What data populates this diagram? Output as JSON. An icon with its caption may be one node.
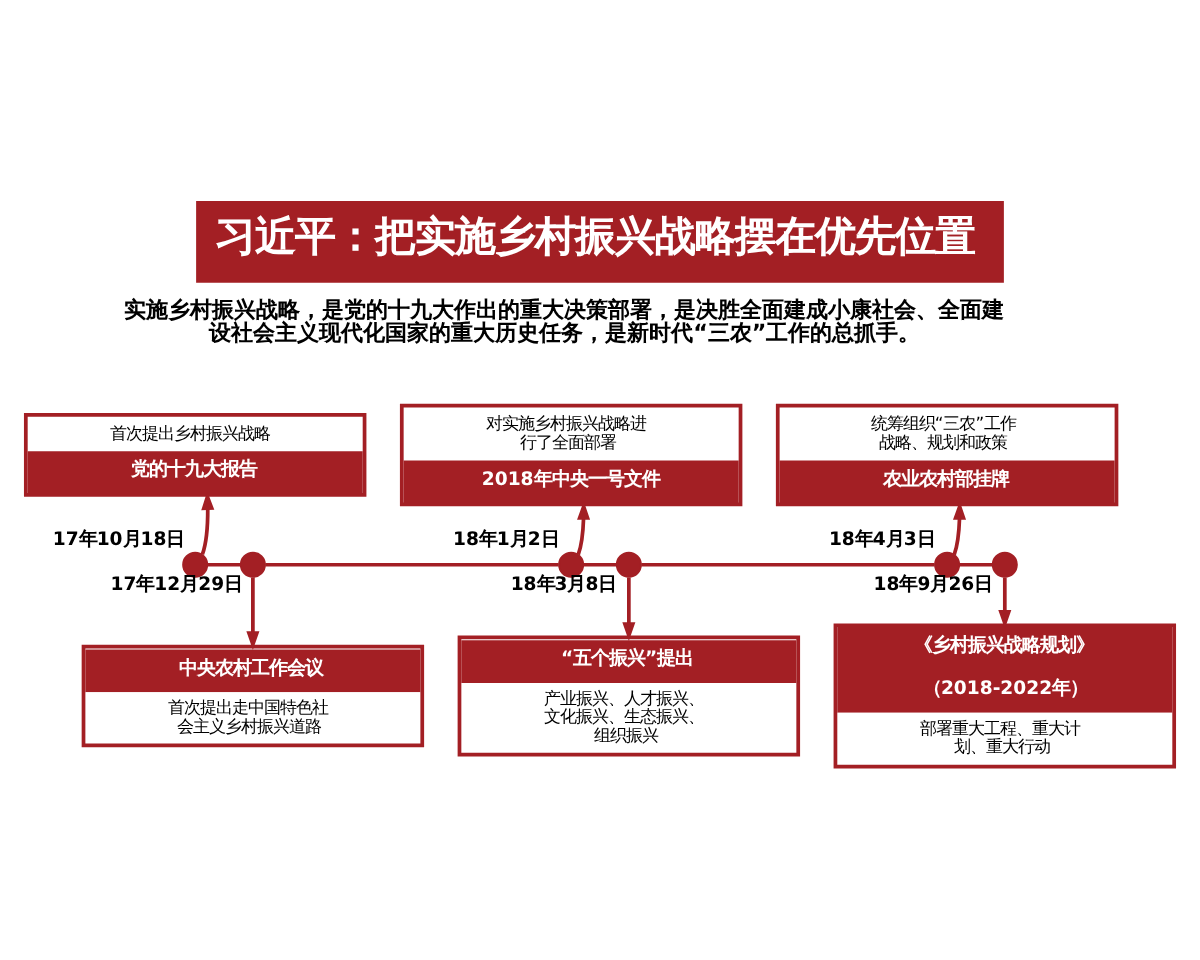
{
  "diagram": {
    "title": "习近平：把实施乡村振兴战略摆在优先位置",
    "nodes": [
      {
        "text": [
          "首次提出乡村振兴战略",
          "党的十九大报告"
        ]
      },
      {
        "text": [
          "对实施乡村振兴战略进行了全面部署",
          "2018年中央一号文件"
        ]
      },
      {
        "text": [
          "统筹组织“三农”工作战略、规划和政策",
          "农业农村部挂牌"
        ]
      },
      {
        "text": [],
        "shape": "circle",
        "beside": [
          "17年10月18日"
        ]
      },
      {
        "text": [],
        "shape": "circle",
        "beside": [
          "17年12月29日"
        ]
      },
      {
        "text": [],
        "shape": "circle",
        "beside": [
          "18年1月2日"
        ]
      },
      {
        "text": [],
        "shape": "circle",
        "beside": [
          "18年3月8日"
        ]
      },
      {
        "text": [],
        "shape": "circle",
        "beside": [
          "18年4月3日"
        ]
      },
      {
        "text": [],
        "shape": "circle",
        "beside": [
          "18年9月26日"
        ]
      },
      {
        "text": [
          "中央农村工作会议",
          "首次提出走中国特色社会主义乡村振兴道路"
        ]
      },
      {
        "text": [
          "“五个振兴”提出",
          "产业振兴、人才振兴、文化振兴、生态振兴、组织振兴"
        ]
      },
      {
        "text": [
          "《乡村振兴战略规划》",
          "（2018-2022年）",
          "部署重大工程、重大计划、重大行动"
        ]
      }
    ],
    "edges": [
      {
        "from": 3,
        "to": 4,
        "arrow": "none"
      },
      {
        "from": 4,
        "to": 5,
        "arrow": "none"
      },
      {
        "from": 5,
        "to": 6,
        "arrow": "none"
      },
      {
        "from": 6,
        "to": 7,
        "arrow": "none"
      },
      {
        "from": 7,
        "to": 8,
        "arrow": "none"
      },
      {
        "from": 3,
        "to": 0,
        "arrow": "to"
      },
      {
        "from": 4,
        "to": 9,
        "arrow": "to"
      },
      {
        "from": 5,
        "to": 1,
        "arrow": "to"
      },
      {
        "from": 6,
        "to": 10,
        "arrow": "to"
      },
      {
        "from": 7,
        "to": 2,
        "arrow": "to"
      },
      {
        "from": 8,
        "to": 11,
        "arrow": "to"
      }
    ],
    "labels": [
      "实施乡村振兴战略，是党的十九大作出的重大决策部署，是决胜全面建成小康社会、全面建设社会主义现代化国家的重大历史任务，是新时代“三农”工作的总抓手。"
    ]
  }
}
